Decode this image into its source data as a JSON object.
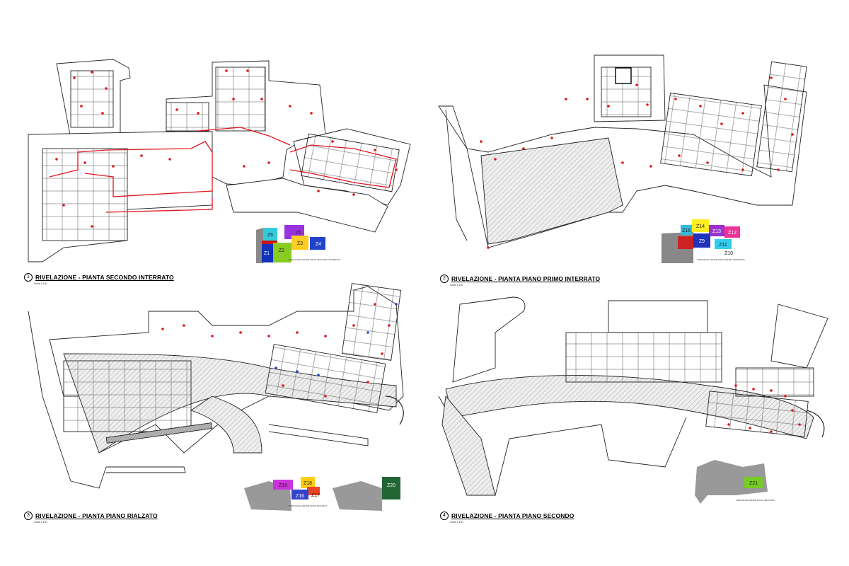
{
  "panels": [
    {
      "number": "1",
      "title": "RIVELAZIONE - PIANTA SECONDO INTERRATO",
      "scale": "Scala 1:100",
      "zones": [
        {
          "label": "Z6",
          "color": "#33ccdd"
        },
        {
          "label": "Z5",
          "color": "#9933dd"
        },
        {
          "label": "Z3",
          "color": "#ffcc22"
        },
        {
          "label": "Z4",
          "color": "#2244cc"
        },
        {
          "label": "Z1",
          "color": "#1133bb"
        },
        {
          "label": "Z2",
          "color": "#88cc22"
        }
      ],
      "note": "ZONE RIVELAZIONE PIANO SECONDO INTERRATO"
    },
    {
      "number": "2",
      "title": "RIVELAZIONE - PIANTA PIANO PRIMO INTERRATO",
      "scale": "Scala 1:100",
      "zones": [
        {
          "label": "Z14",
          "color": "#ffee22"
        },
        {
          "label": "Z15",
          "color": "#33bbdd"
        },
        {
          "label": "Z13",
          "color": "#9933cc"
        },
        {
          "label": "Z12",
          "color": "#ee3399"
        },
        {
          "label": "Z9",
          "color": "#2233bb"
        },
        {
          "label": "Z11",
          "color": "#33ccee"
        },
        {
          "label": "Z10",
          "color": "#cc2222"
        }
      ],
      "note": "ZONE RIVELAZIONE PIANO PRIMO INTERRATO"
    },
    {
      "number": "3",
      "title": "RIVELAZIONE - PIANTA PIANO RIALZATO",
      "scale": "Scala 1:100",
      "zones": [
        {
          "label": "Z19",
          "color": "#cc33dd"
        },
        {
          "label": "Z18",
          "color": "#ffcc11"
        },
        {
          "label": "Z16",
          "color": "#3344cc"
        },
        {
          "label": "Z17",
          "color": "#ee4422"
        },
        {
          "label": "Z20",
          "color": "#226633"
        }
      ],
      "note": "ZONE RIVELAZIONE PIANO RIALZATO"
    },
    {
      "number": "4",
      "title": "RIVELAZIONE - PIANTA PIANO SECONDO",
      "scale": "Scala 1:100",
      "zones": [
        {
          "label": "Z21",
          "color": "#77cc22"
        }
      ],
      "note": "ZONE RIVELAZIONE PIANO SECONDO"
    }
  ]
}
